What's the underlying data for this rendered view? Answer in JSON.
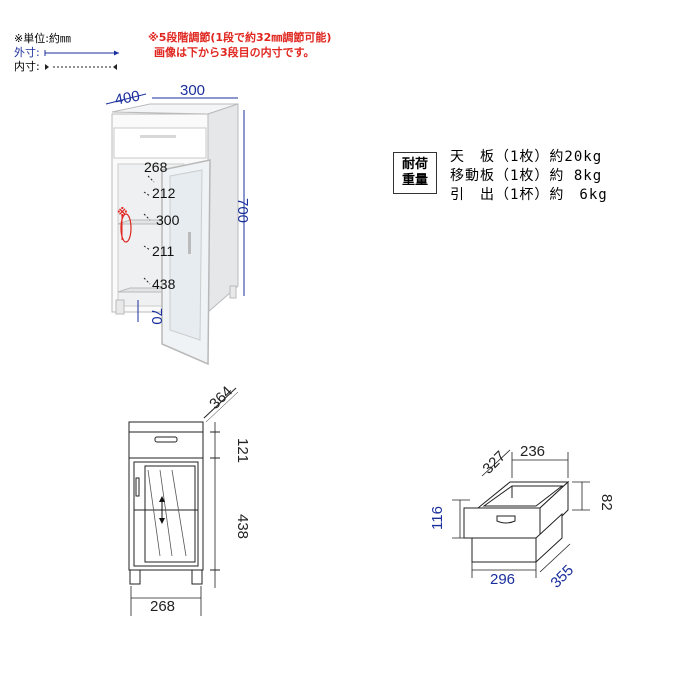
{
  "legend": {
    "unit": "※単位:約㎜",
    "outer": "外寸:",
    "inner": "内寸:"
  },
  "note": {
    "line1": "※5段階調節(1段で約32㎜調節可能)",
    "line2": "画像は下から3段目の内寸です。"
  },
  "weights": {
    "label_top": "耐荷",
    "label_bottom": "重量",
    "rows": [
      "天　板（1枚）約20kg",
      "移動板（1枚）約 8kg",
      "引　出（1杯）約　6kg"
    ]
  },
  "photo": {
    "dim_depth": "400",
    "dim_width": "300",
    "dim_height": "700",
    "dim_leg": "70",
    "inner_dims": [
      "268",
      "212",
      "300",
      "211",
      "438"
    ],
    "mark": "※"
  },
  "front": {
    "dim_depth": "364",
    "dim_drawer": "121",
    "dim_door": "438",
    "dim_width": "268"
  },
  "drawer": {
    "dim_depth": "327",
    "dim_width": "236",
    "dim_height_inner": "82",
    "dim_height_outer": "116",
    "dim_width_outer": "296",
    "dim_depth_outer": "355"
  },
  "colors": {
    "dimension_blue": "#1a2f9c",
    "note_red": "#e0261f",
    "cabinet_white": "#ffffff",
    "cabinet_shade": "#e8eaec"
  }
}
